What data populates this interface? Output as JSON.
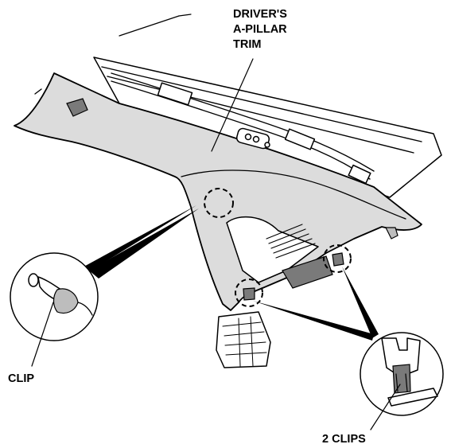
{
  "labels": {
    "trim_line1": "DRIVER'S",
    "trim_line2": "A-PILLAR",
    "trim_line3": "TRIM",
    "clip": "CLIP",
    "two_clips": "2 CLIPS"
  },
  "colors": {
    "ink": "#000000",
    "trim_fill": "#dcdcdc",
    "shade_fill": "#bdbdbd",
    "background": "#ffffff"
  }
}
